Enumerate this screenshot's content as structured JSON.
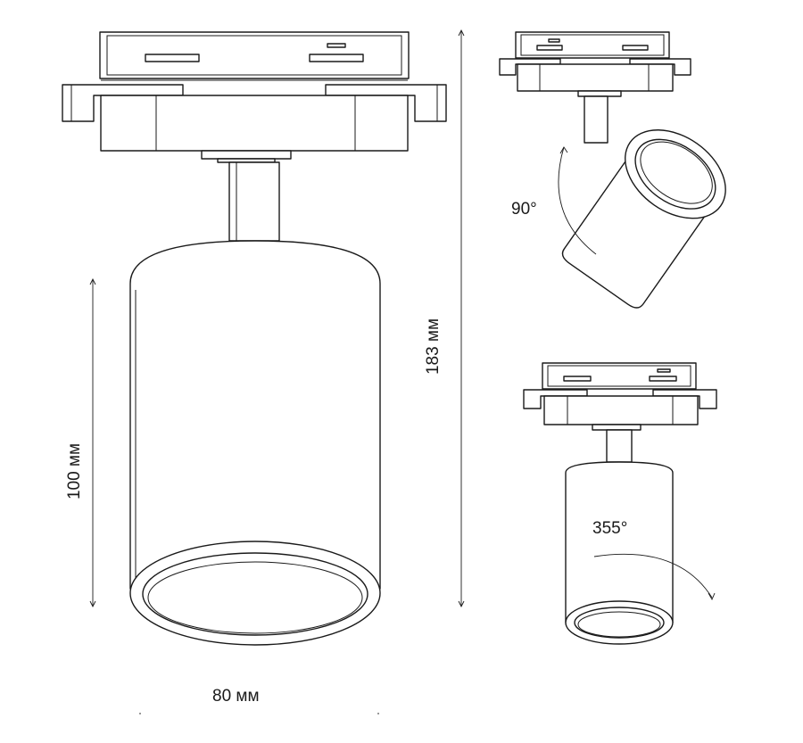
{
  "labels": {
    "width": "80 мм",
    "body_height": "100 мм",
    "total_height": "183 мм",
    "tilt_angle": "90°",
    "rotation_angle": "355°"
  },
  "colors": {
    "line": "#1a1a1a",
    "background": "#ffffff"
  }
}
